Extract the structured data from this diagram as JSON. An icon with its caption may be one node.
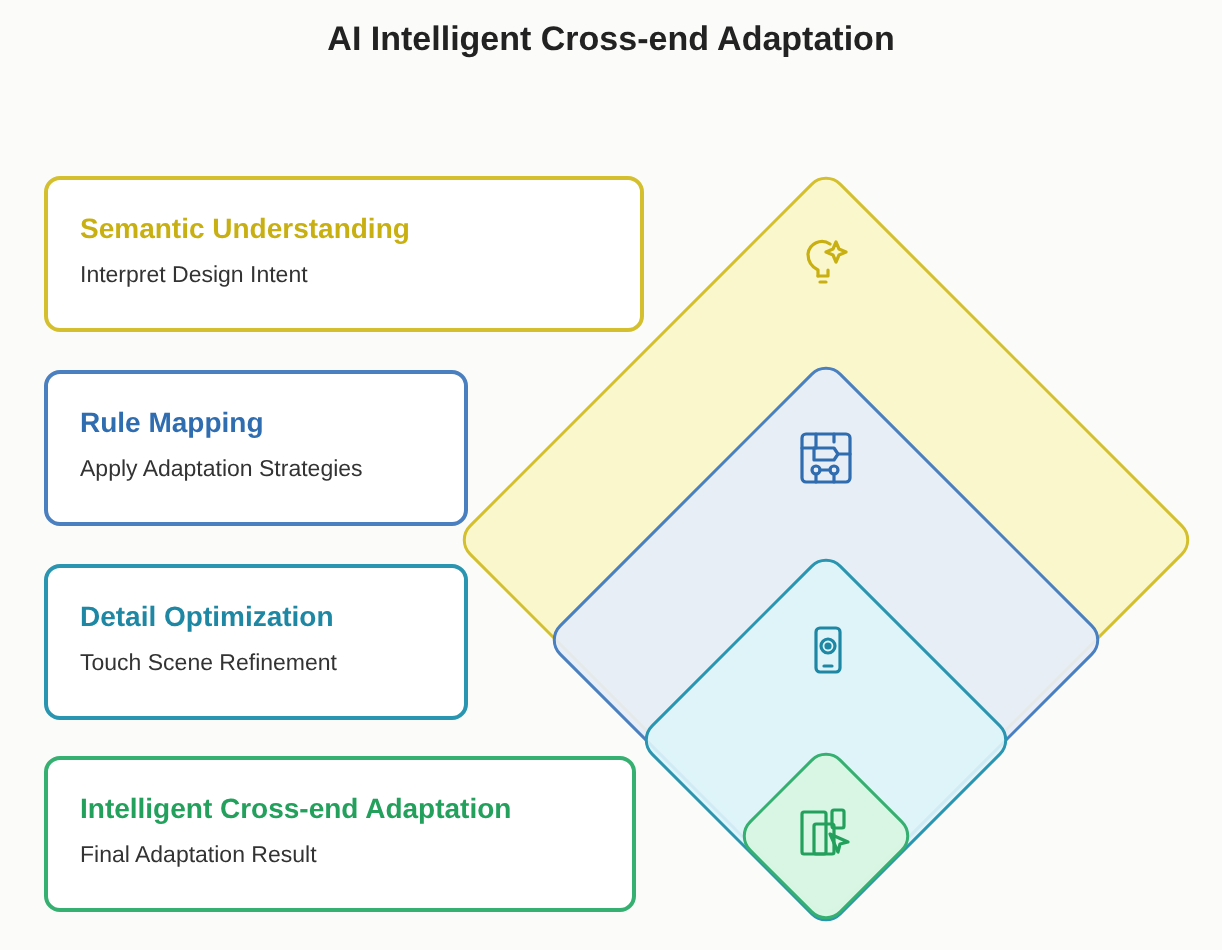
{
  "diagram": {
    "title": "AI Intelligent Cross-end Adaptation",
    "nodes": [
      {
        "text": [
          "Semantic Understanding",
          "Interpret Design Intent"
        ]
      },
      {
        "text": [
          "Rule Mapping",
          "Apply Adaptation Strategies"
        ]
      },
      {
        "text": [
          "Detail Optimization",
          "Touch Scene Refinement"
        ]
      },
      {
        "text": [
          "Intelligent Cross-end Adaptation",
          "Final Adaptation Result"
        ]
      }
    ]
  }
}
